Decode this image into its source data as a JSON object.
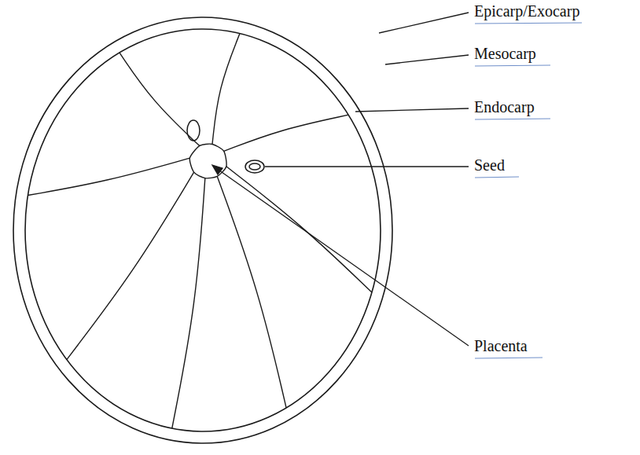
{
  "diagram": {
    "labels": [
      "Epicarp/Exocarp",
      "Mesocarp",
      "Endocarp",
      "Seed",
      "Placenta"
    ]
  }
}
